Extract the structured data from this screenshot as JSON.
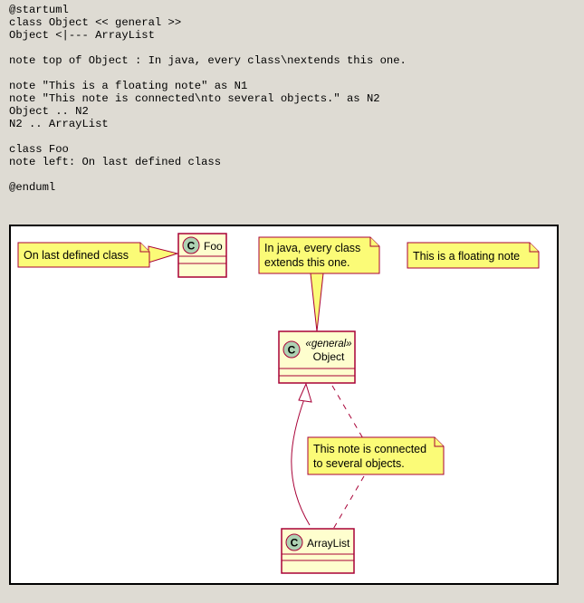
{
  "source": {
    "lines": [
      "@startuml",
      "class Object << general >>",
      "Object <|--- ArrayList",
      "",
      "note top of Object : In java, every class\\nextends this one.",
      "",
      "note \"This is a floating note\" as N1",
      "note \"This note is connected\\nto several objects.\" as N2",
      "Object .. N2",
      "N2 .. ArrayList",
      "",
      "class Foo",
      "note left: On last defined class",
      "",
      "@enduml"
    ]
  },
  "diagram": {
    "classes": {
      "foo": {
        "name": "Foo",
        "icon": "C"
      },
      "object": {
        "name": "Object",
        "stereotype": "«general»",
        "icon": "C"
      },
      "arraylist": {
        "name": "ArrayList",
        "icon": "C"
      }
    },
    "notes": {
      "foo_note": {
        "text": "On last defined class"
      },
      "object_note": {
        "line1": "In java, every class",
        "line2": "extends this one."
      },
      "floating": {
        "text": "This is a floating note"
      },
      "connected": {
        "line1": "This note is connected",
        "line2": "to several objects."
      }
    },
    "colors": {
      "note_fill": "#FBFB77",
      "note_border": "#A80036",
      "class_fill": "#FEFECE",
      "class_border": "#A80036",
      "circle_fill": "#ADD1B2",
      "edge": "#A80036"
    }
  }
}
